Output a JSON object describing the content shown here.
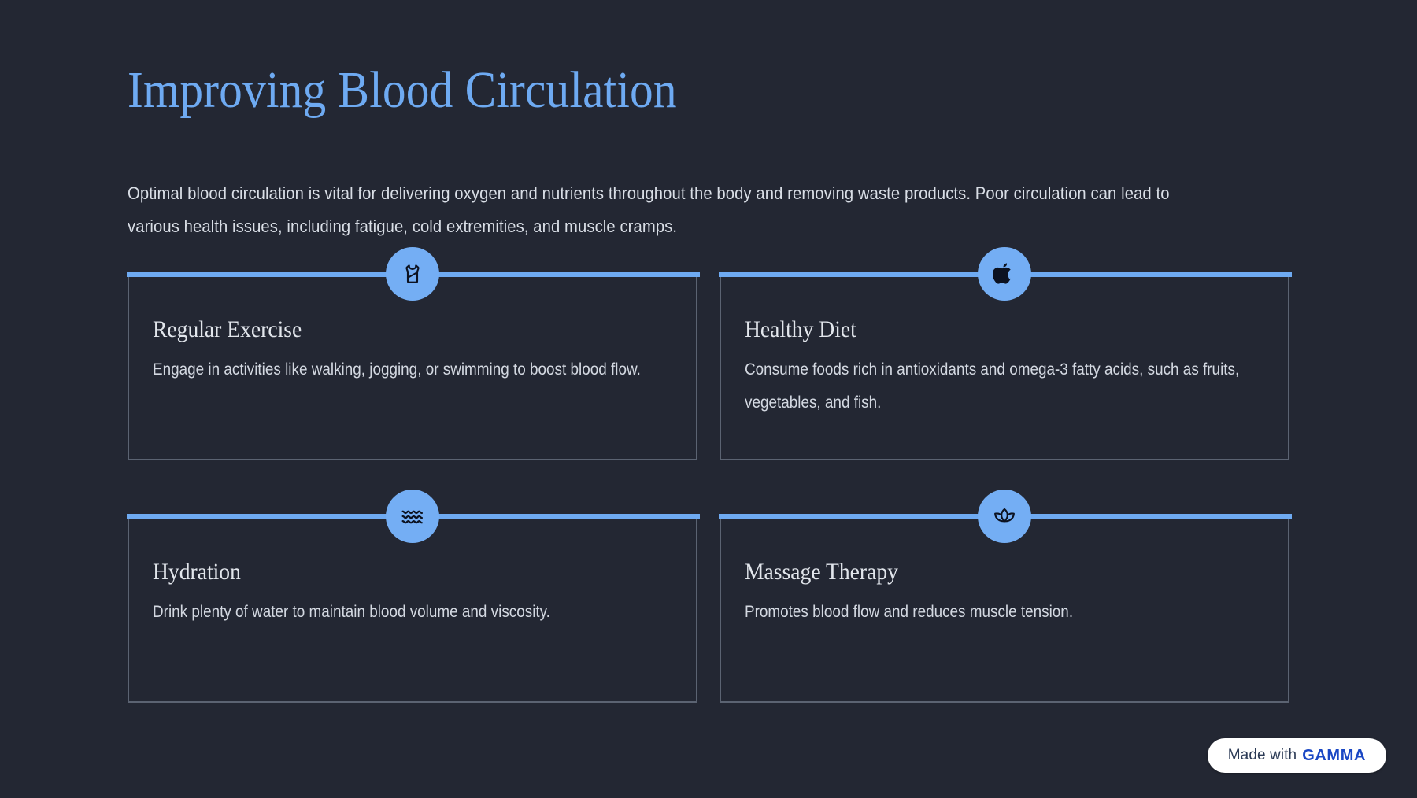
{
  "page": {
    "background_color": "#232733",
    "accent_color": "#6eaaf2",
    "title": "Improving Blood Circulation",
    "intro": "Optimal blood circulation is vital for delivering oxygen and nutrients throughout the body and removing waste products. Poor circulation can lead to various health issues, including fatigue, cold extremities, and muscle cramps."
  },
  "cards": [
    {
      "icon": "tank-top-icon",
      "title": "Regular Exercise",
      "text": "Engage in activities like walking, jogging, or swimming to boost blood flow."
    },
    {
      "icon": "apple-icon",
      "title": "Healthy Diet",
      "text": "Consume foods rich in antioxidants and omega-3 fatty acids, such as fruits, vegetables, and fish."
    },
    {
      "icon": "waves-icon",
      "title": "Hydration",
      "text": "Drink plenty of water to maintain blood volume and viscosity."
    },
    {
      "icon": "lotus-icon",
      "title": "Massage Therapy",
      "text": "Promotes blood flow and reduces muscle tension."
    }
  ],
  "badge": {
    "prefix": "Made with",
    "brand": "GAMMA",
    "brand_color": "#1a47c4"
  }
}
